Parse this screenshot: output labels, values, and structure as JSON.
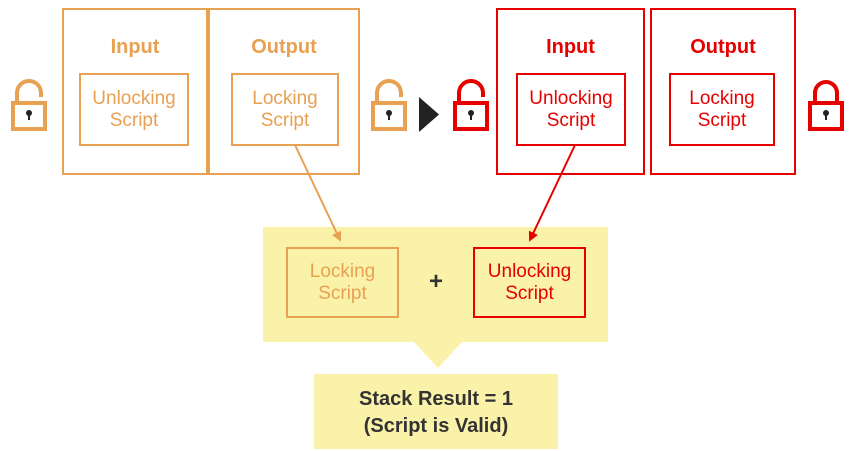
{
  "left_tx": {
    "input": {
      "heading": "Input",
      "box_label": "Unlocking\nScript"
    },
    "output": {
      "heading": "Output",
      "box_label": "Locking\nScript"
    }
  },
  "right_tx": {
    "input": {
      "heading": "Input",
      "box_label": "Unlocking\nScript"
    },
    "output": {
      "heading": "Output",
      "box_label": "Locking\nScript"
    }
  },
  "combine": {
    "left_label": "Locking\nScript",
    "operator": "+",
    "right_label": "Unlocking\nScript"
  },
  "result": {
    "line1": "Stack Result = 1",
    "line2": "(Script is Valid)"
  },
  "colors": {
    "orange": "#e8a052",
    "red": "#e60000",
    "highlight": "#fbf2a9",
    "dark": "#222222"
  },
  "icons": [
    "padlock-open-icon",
    "padlock-closed-icon",
    "arrow-right-icon"
  ]
}
